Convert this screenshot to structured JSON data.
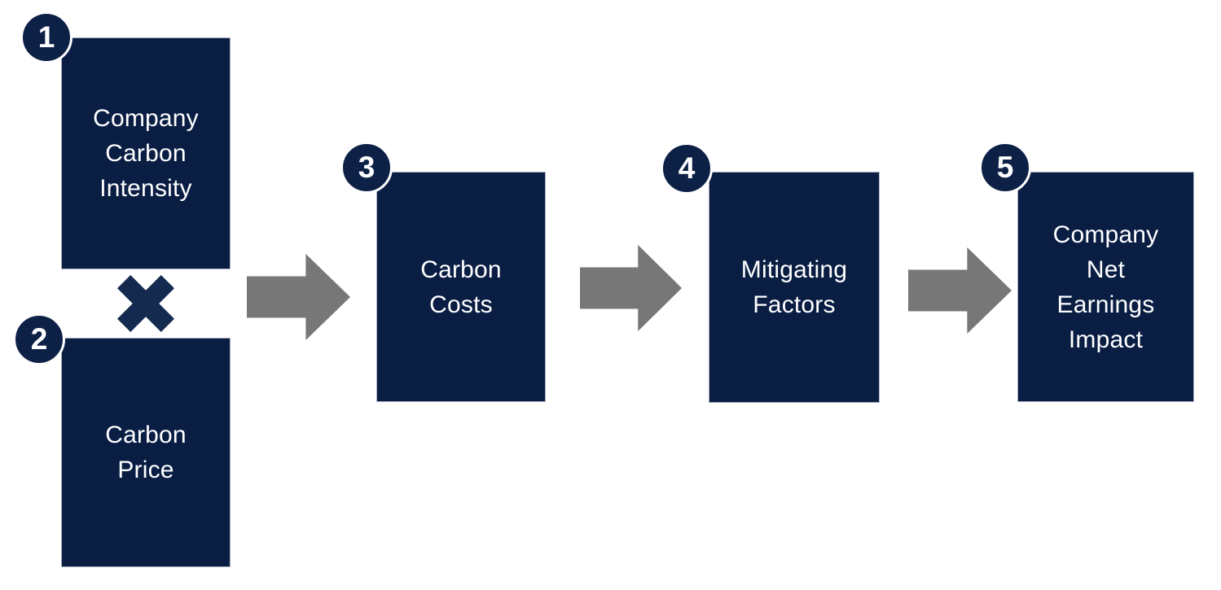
{
  "colors": {
    "box": "#0a1e44",
    "badge": "#0d2147",
    "arrow": "#777777",
    "label_text": "#ffffff",
    "multiply": "#142a4e",
    "background": "#ffffff"
  },
  "steps": [
    {
      "number": "1",
      "label": "Company\nCarbon\nIntensity"
    },
    {
      "number": "2",
      "label": "Carbon\nPrice"
    },
    {
      "number": "3",
      "label": "Carbon\nCosts"
    },
    {
      "number": "4",
      "label": "Mitigating\nFactors"
    },
    {
      "number": "5",
      "label": "Company\nNet\nEarnings\nImpact"
    }
  ],
  "operator": {
    "type": "multiply",
    "meaning": "Company Carbon Intensity multiplied by Carbon Price"
  }
}
